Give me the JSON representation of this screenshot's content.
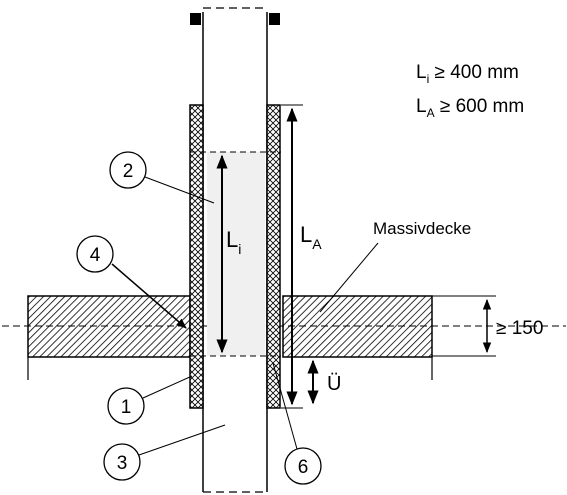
{
  "requirements": {
    "li": {
      "symbol": "L",
      "sub": "i",
      "rel": " ≥ 400 mm"
    },
    "la": {
      "symbol": "L",
      "sub": "A",
      "rel": " ≥ 600 mm"
    }
  },
  "dims": {
    "li": {
      "symbol": "L",
      "sub": "i"
    },
    "la": {
      "symbol": "L",
      "sub": "A"
    },
    "thickness": "≥ 150",
    "overhang": "Ü"
  },
  "labels": {
    "slab": "Massivdecke"
  },
  "callouts": [
    "1",
    "2",
    "3",
    "4",
    "6"
  ]
}
